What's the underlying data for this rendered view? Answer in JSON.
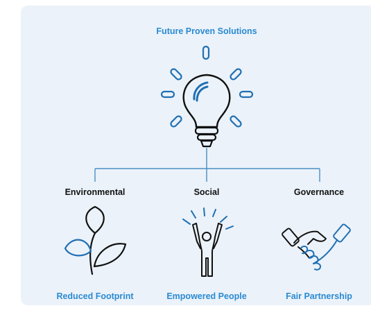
{
  "diagram": {
    "title": "Future Proven Solutions",
    "pillars": [
      {
        "label": "Environmental",
        "outcome": "Reduced Footprint"
      },
      {
        "label": "Social",
        "outcome": "Empowered People"
      },
      {
        "label": "Governance",
        "outcome": "Fair Partnership"
      }
    ]
  },
  "colors": {
    "background": "#ebf2f9",
    "accent": "#2a8ad2",
    "line": "#4a8fc4",
    "ink": "#111111"
  },
  "icons": {
    "hub": "lightbulb-icon",
    "environmental": "sprout-icon",
    "social": "raised-arms-person-icon",
    "governance": "handshake-icon"
  }
}
